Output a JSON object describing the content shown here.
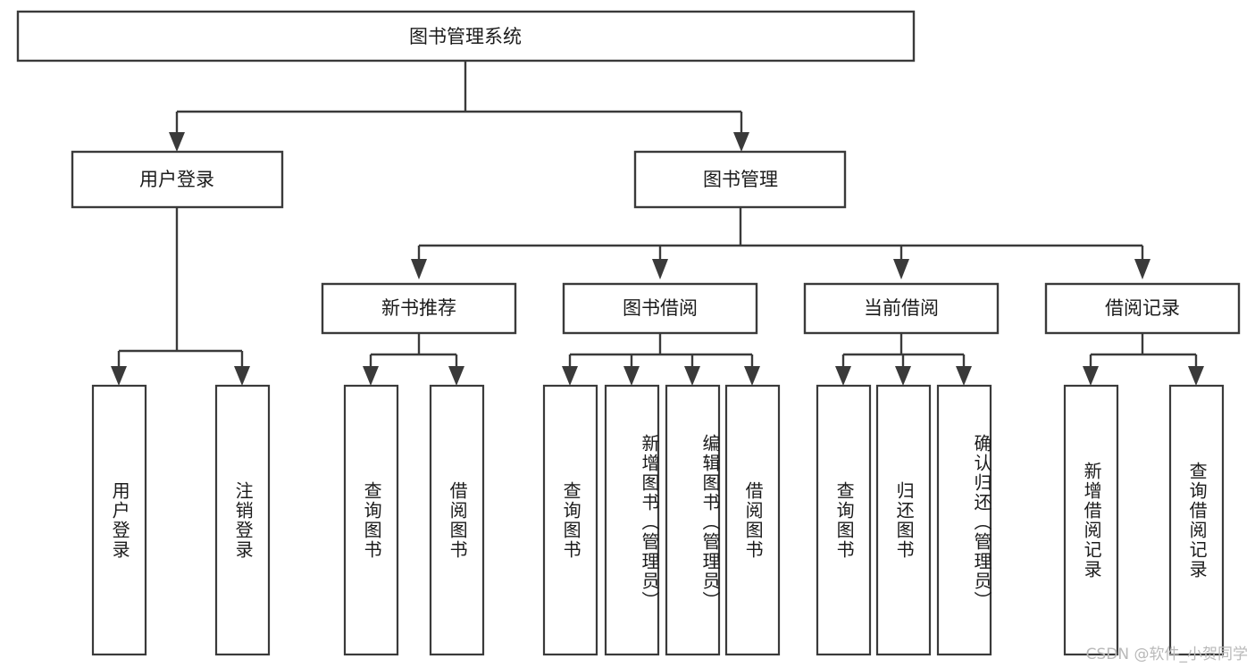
{
  "diagram": {
    "title": "图书管理系统",
    "type": "tree",
    "root": {
      "id": "root",
      "label": "图书管理系统"
    },
    "level1": [
      {
        "id": "user-login",
        "label": "用户登录"
      },
      {
        "id": "book-manage",
        "label": "图书管理"
      }
    ],
    "level2": [
      {
        "id": "new-book-recommend",
        "label": "新书推荐",
        "parent": "book-manage"
      },
      {
        "id": "book-borrow",
        "label": "图书借阅",
        "parent": "book-manage"
      },
      {
        "id": "current-borrow",
        "label": "当前借阅",
        "parent": "book-manage"
      },
      {
        "id": "borrow-record",
        "label": "借阅记录",
        "parent": "book-manage"
      }
    ],
    "leaves": [
      {
        "id": "leaf-user-login",
        "label": "用户登录",
        "parent": "user-login"
      },
      {
        "id": "leaf-user-logout",
        "label": "注销登录",
        "parent": "user-login"
      },
      {
        "id": "leaf-rec-query-book",
        "label": "查询图书",
        "parent": "new-book-recommend"
      },
      {
        "id": "leaf-rec-borrow-book",
        "label": "借阅图书",
        "parent": "new-book-recommend"
      },
      {
        "id": "leaf-brw-query-book",
        "label": "查询图书",
        "parent": "book-borrow"
      },
      {
        "id": "leaf-brw-add-book",
        "label": "新增图书（管理员）",
        "parent": "book-borrow"
      },
      {
        "id": "leaf-brw-edit-book",
        "label": "编辑图书（管理员）",
        "parent": "book-borrow"
      },
      {
        "id": "leaf-brw-borrow-book",
        "label": "借阅图书",
        "parent": "book-borrow"
      },
      {
        "id": "leaf-cur-query-book",
        "label": "查询图书",
        "parent": "current-borrow"
      },
      {
        "id": "leaf-cur-return-book",
        "label": "归还图书",
        "parent": "current-borrow"
      },
      {
        "id": "leaf-cur-confirm-return",
        "label": "确认归还（管理员）",
        "parent": "current-borrow"
      },
      {
        "id": "leaf-rec-add-record",
        "label": "新增借阅记录",
        "parent": "borrow-record"
      },
      {
        "id": "leaf-rec-query-record",
        "label": "查询借阅记录",
        "parent": "borrow-record"
      }
    ],
    "colors": {
      "stroke": "#3a3a3a",
      "fill": "#ffffff",
      "text": "#1b1b1b",
      "watermark": "#b9b9b9"
    }
  },
  "watermark": {
    "text": "CSDN @软件_小贺同学"
  }
}
